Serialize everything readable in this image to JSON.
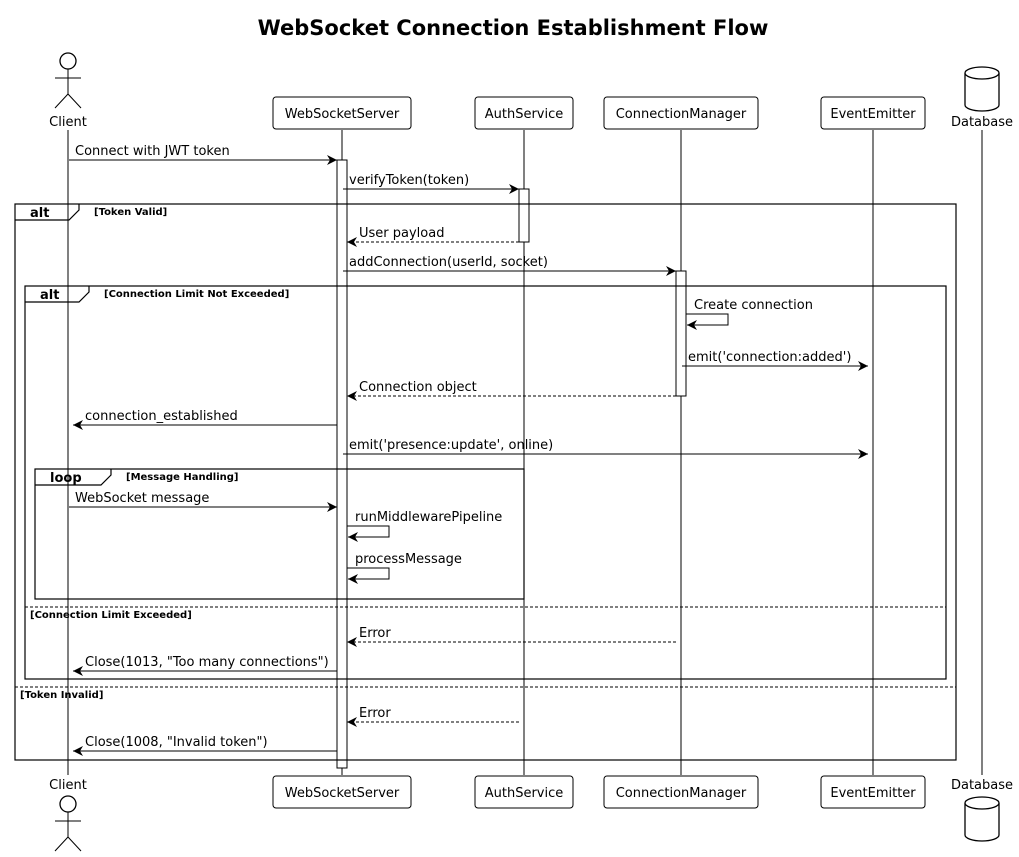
{
  "title": "WebSocket Connection Establishment Flow",
  "participants": [
    {
      "id": "client",
      "label": "Client",
      "shape": "actor"
    },
    {
      "id": "ws",
      "label": "WebSocketServer",
      "shape": "box"
    },
    {
      "id": "auth",
      "label": "AuthService",
      "shape": "box"
    },
    {
      "id": "cm",
      "label": "ConnectionManager",
      "shape": "box"
    },
    {
      "id": "ee",
      "label": "EventEmitter",
      "shape": "box"
    },
    {
      "id": "db",
      "label": "Database",
      "shape": "database"
    }
  ],
  "messages": [
    {
      "from": "client",
      "to": "ws",
      "label": "Connect with JWT token",
      "style": "solid"
    },
    {
      "from": "ws",
      "to": "auth",
      "label": "verifyToken(token)",
      "style": "solid"
    },
    {
      "from": "auth",
      "to": "ws",
      "label": "User payload",
      "style": "dashed"
    },
    {
      "from": "ws",
      "to": "cm",
      "label": "addConnection(userId, socket)",
      "style": "solid"
    },
    {
      "from": "cm",
      "to": "cm",
      "label": "Create connection",
      "style": "self"
    },
    {
      "from": "cm",
      "to": "ee",
      "label": "emit('connection:added')",
      "style": "solid"
    },
    {
      "from": "cm",
      "to": "ws",
      "label": "Connection object",
      "style": "dashed"
    },
    {
      "from": "ws",
      "to": "client",
      "label": "connection_established",
      "style": "solid"
    },
    {
      "from": "ws",
      "to": "ee",
      "label": "emit('presence:update', online)",
      "style": "solid"
    },
    {
      "from": "client",
      "to": "ws",
      "label": "WebSocket message",
      "style": "solid"
    },
    {
      "from": "ws",
      "to": "ws",
      "label": "runMiddlewarePipeline",
      "style": "self"
    },
    {
      "from": "ws",
      "to": "ws",
      "label": "processMessage",
      "style": "self"
    },
    {
      "from": "cm",
      "to": "ws",
      "label": "Error",
      "style": "dashed"
    },
    {
      "from": "ws",
      "to": "client",
      "label": "Close(1013, \"Too many connections\")",
      "style": "solid"
    },
    {
      "from": "auth",
      "to": "ws",
      "label": "Error",
      "style": "dashed"
    },
    {
      "from": "ws",
      "to": "client",
      "label": "Close(1008, \"Invalid token\")",
      "style": "solid"
    }
  ],
  "fragments": [
    {
      "operator": "alt",
      "condition": "[Token Valid]",
      "else_condition": "[Token Invalid]"
    },
    {
      "operator": "alt",
      "condition": "[Connection Limit Not Exceeded]",
      "else_condition": "[Connection Limit Exceeded]"
    },
    {
      "operator": "loop",
      "condition": "[Message Handling]"
    }
  ]
}
